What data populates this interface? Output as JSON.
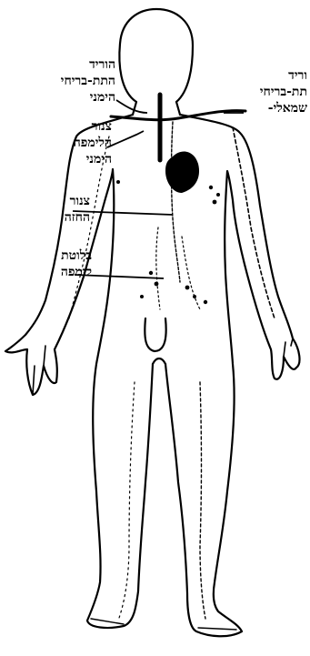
{
  "labels": {
    "right_subclavian_vein": [
      "הוריד",
      "התת-בריחי",
      "הימני"
    ],
    "left_subclavian_vein": [
      "וריד",
      "תת-בריחי",
      "שמאלי-"
    ],
    "right_lymphatic_duct": [
      "צנור",
      "הלימפה",
      "הימני"
    ],
    "thoracic_duct": [
      "צנור",
      "החזה"
    ],
    "lymph_node": [
      "בלוטת",
      "לימפה"
    ]
  },
  "colors": {
    "ink": "#000000",
    "background": "#ffffff"
  }
}
